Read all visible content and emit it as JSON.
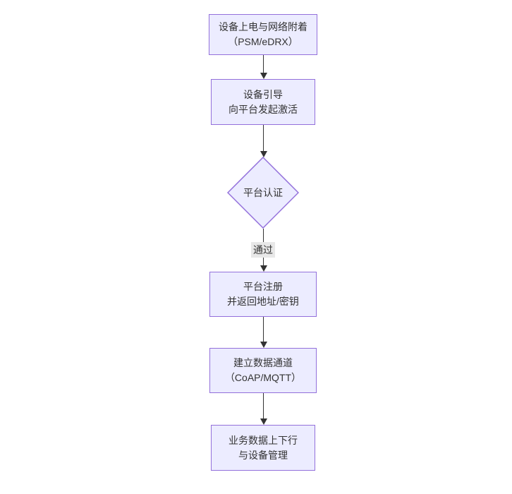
{
  "diagram": {
    "type": "flowchart",
    "direction": "top-down",
    "colors": {
      "background": "#ffffff",
      "node_fill": "#ECECFF",
      "node_border": "#9370DB",
      "text": "#333333",
      "arrow": "#333333",
      "edge_label_bg": "#e8e8e8"
    },
    "nodes": [
      {
        "id": "power-attach",
        "type": "rect",
        "lines": [
          "设备上电与网络附着",
          "（PSM/eDRX）"
        ]
      },
      {
        "id": "bootstrap",
        "type": "rect",
        "lines": [
          "设备引导",
          "向平台发起激活"
        ]
      },
      {
        "id": "auth",
        "type": "diamond",
        "lines": [
          "平台认证"
        ]
      },
      {
        "id": "register",
        "type": "rect",
        "lines": [
          "平台注册",
          "并返回地址/密钥"
        ]
      },
      {
        "id": "channel",
        "type": "rect",
        "lines": [
          "建立数据通道",
          "（CoAP/MQTT）"
        ]
      },
      {
        "id": "business",
        "type": "rect",
        "lines": [
          "业务数据上下行",
          "与设备管理"
        ]
      }
    ],
    "edges": [
      {
        "from": "power-attach",
        "to": "bootstrap",
        "label": ""
      },
      {
        "from": "bootstrap",
        "to": "auth",
        "label": ""
      },
      {
        "from": "auth",
        "to": "register",
        "label": "通过"
      },
      {
        "from": "register",
        "to": "channel",
        "label": ""
      },
      {
        "from": "channel",
        "to": "business",
        "label": ""
      }
    ]
  }
}
